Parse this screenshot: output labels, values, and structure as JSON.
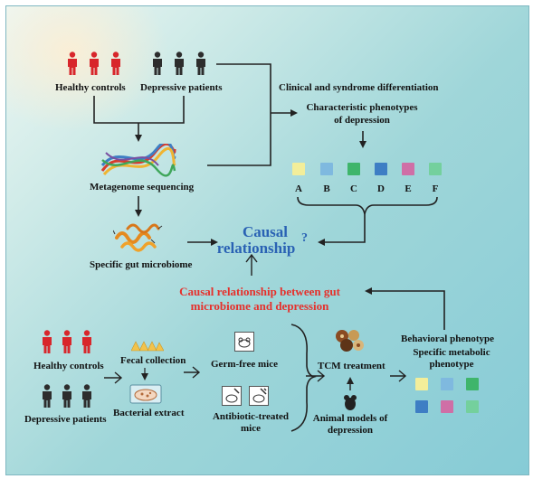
{
  "top": {
    "healthy_controls": "Healthy controls",
    "depressive_patients": "Depressive patients",
    "metagenome_sequencing": "Metagenome sequencing",
    "specific_gut_microbiome": "Specific gut microbiome"
  },
  "right": {
    "clinical": "Clinical and syndrome differentiation",
    "phenotypes_line1": "Characteristic phenotypes",
    "phenotypes_line2": "of depression",
    "phenotype_labels": [
      "A",
      "B",
      "C",
      "D",
      "E",
      "F"
    ],
    "phenotype_colors": [
      "#f3ee9a",
      "#7fb9df",
      "#3fb56b",
      "#3e7ec4",
      "#cf6fa6",
      "#74d09d"
    ]
  },
  "causal": {
    "line1": "Causal",
    "line2": "relationship",
    "question": "?",
    "between_line1": "Causal relationship between gut",
    "between_line2": "microbiome and depression"
  },
  "bottom": {
    "healthy_controls": "Healthy controls",
    "depressive_patients": "Depressive patients",
    "fecal_collection": "Fecal collection",
    "bacterial_extract": "Bacterial extract",
    "germ_free_mice": "Germ-free mice",
    "antibiotic_line1": "Antibiotic-treated",
    "antibiotic_line2": "mice",
    "tcm_treatment": "TCM treatment",
    "animal_models_line1": "Animal models of",
    "animal_models_line2": "depression",
    "behavioral_phenotype": "Behavioral phenotype",
    "metabolic_line1": "Specific metabolic",
    "metabolic_line2": "phenotype",
    "metabolic_colors": [
      "#f3ee9a",
      "#7fb9df",
      "#3fb56b",
      "#3e7ec4",
      "#cf6fa6",
      "#74d09d"
    ]
  },
  "colors": {
    "healthy": "#d8262b",
    "depressed": "#2d2d2d",
    "causal_blue": "#2a62b4",
    "causal_red": "#e6302b"
  }
}
